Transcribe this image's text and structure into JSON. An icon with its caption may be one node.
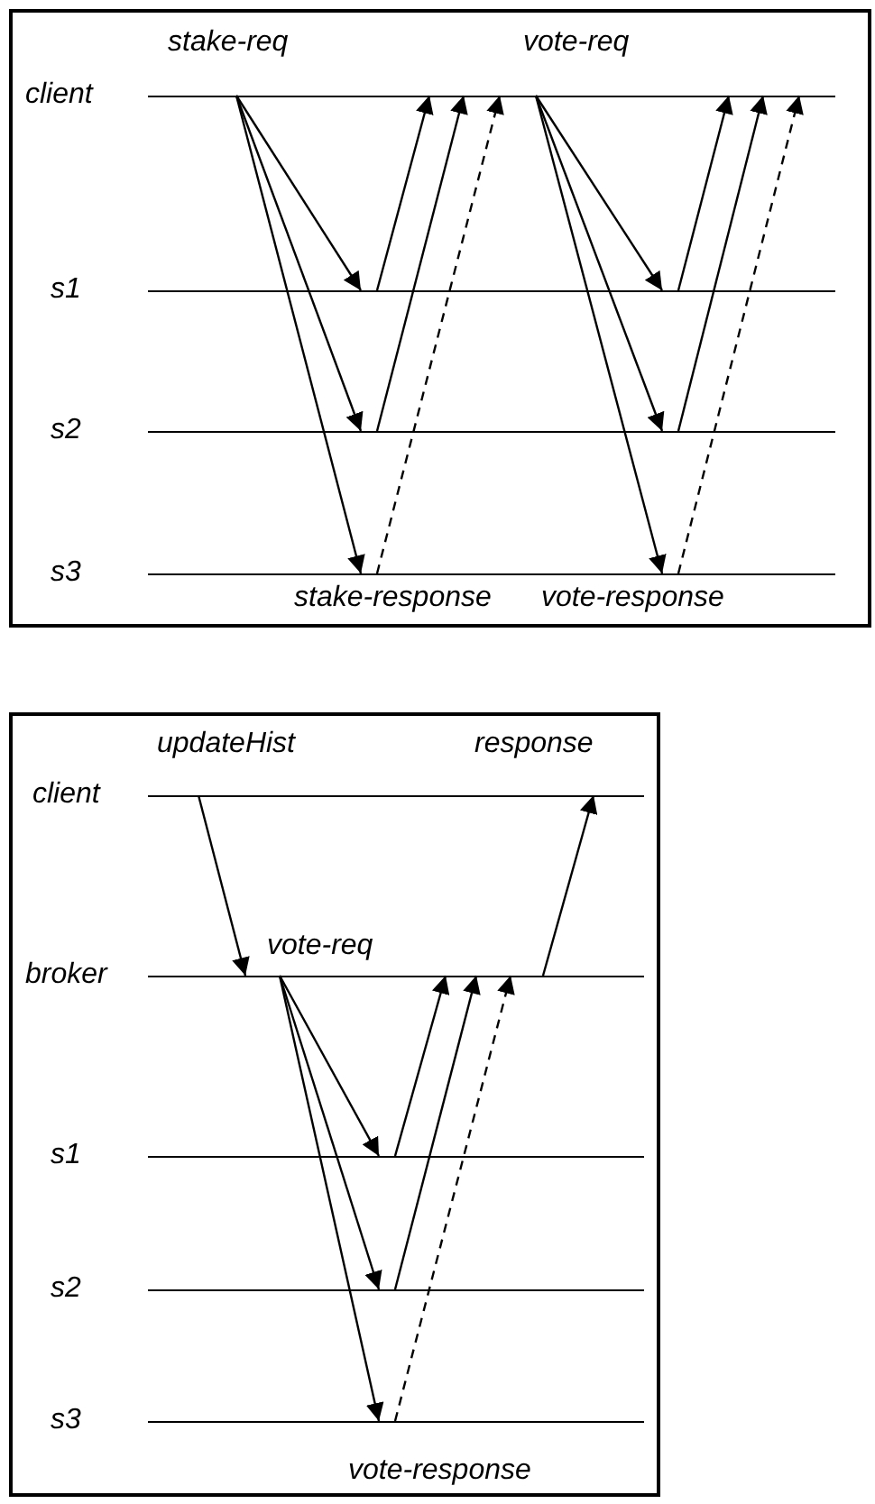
{
  "diagram": {
    "nodes": [
      {
        "text": [
          "client"
        ]
      },
      {
        "text": [
          "s1"
        ]
      },
      {
        "text": [
          "s2"
        ]
      },
      {
        "text": [
          "s3"
        ]
      },
      {
        "text": [
          "client"
        ]
      },
      {
        "text": [
          "broker"
        ]
      },
      {
        "text": [
          "s1"
        ]
      },
      {
        "text": [
          "s2"
        ]
      },
      {
        "text": [
          "s3"
        ]
      }
    ],
    "edges": [
      {
        "from": 0,
        "to": 1,
        "arrow": "to"
      },
      {
        "from": 0,
        "to": 2,
        "arrow": "to"
      },
      {
        "from": 0,
        "to": 3,
        "arrow": "to"
      },
      {
        "from": 1,
        "to": 0,
        "arrow": "to"
      },
      {
        "from": 2,
        "to": 0,
        "arrow": "to"
      },
      {
        "from": 3,
        "to": 0,
        "arrow": "to",
        "style": "dashed"
      },
      {
        "from": 0,
        "to": 1,
        "arrow": "to"
      },
      {
        "from": 0,
        "to": 2,
        "arrow": "to"
      },
      {
        "from": 0,
        "to": 3,
        "arrow": "to"
      },
      {
        "from": 1,
        "to": 0,
        "arrow": "to"
      },
      {
        "from": 2,
        "to": 0,
        "arrow": "to"
      },
      {
        "from": 3,
        "to": 0,
        "arrow": "to",
        "style": "dashed"
      },
      {
        "from": 4,
        "to": 5,
        "arrow": "to"
      },
      {
        "from": 5,
        "to": 6,
        "arrow": "to"
      },
      {
        "from": 5,
        "to": 7,
        "arrow": "to"
      },
      {
        "from": 5,
        "to": 8,
        "arrow": "to"
      },
      {
        "from": 6,
        "to": 5,
        "arrow": "to"
      },
      {
        "from": 7,
        "to": 5,
        "arrow": "to"
      },
      {
        "from": 8,
        "to": 5,
        "arrow": "to",
        "style": "dashed"
      },
      {
        "from": 5,
        "to": 4,
        "arrow": "to"
      }
    ],
    "labels": [
      "stake-req",
      "vote-req",
      "stake-response",
      "vote-response",
      "updateHist",
      "response",
      "vote-req",
      "vote-response"
    ]
  }
}
